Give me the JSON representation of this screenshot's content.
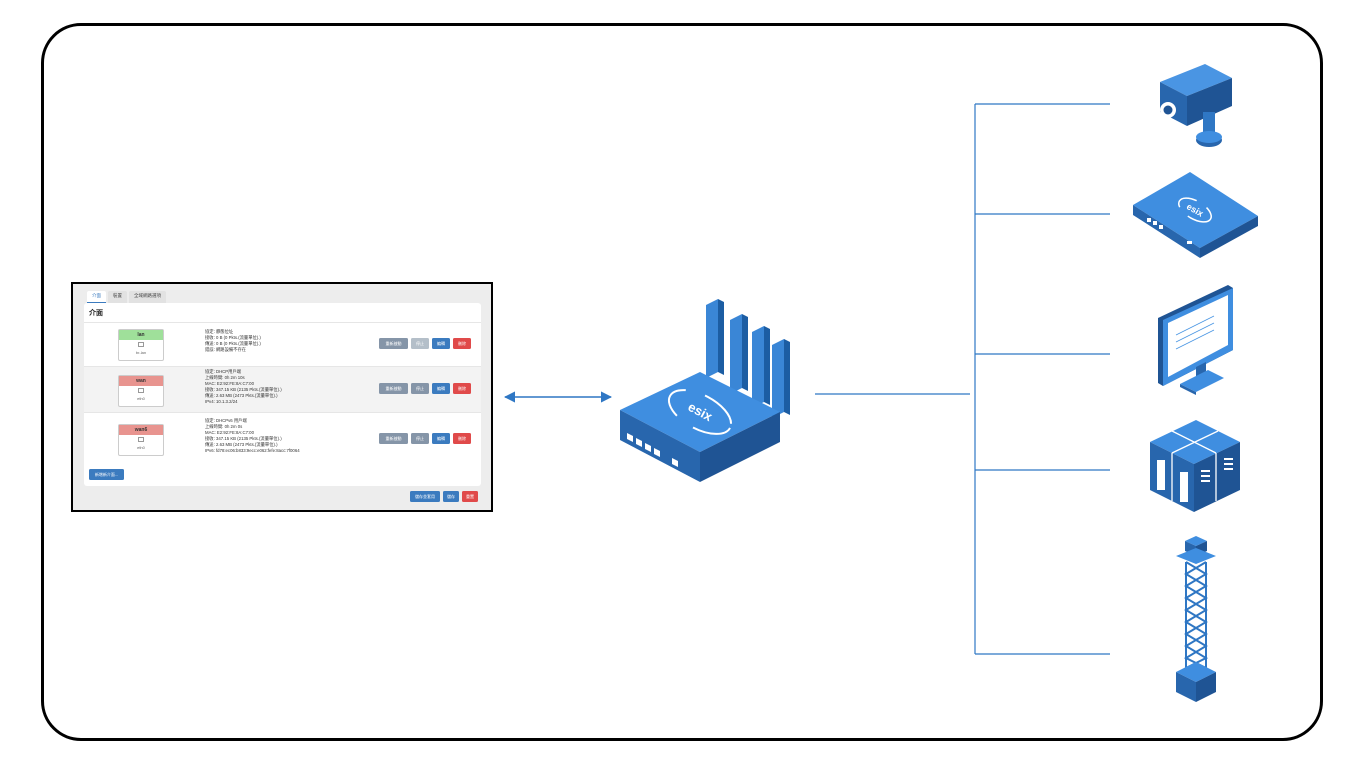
{
  "colors": {
    "accent": "#3b7bbf",
    "router": "#2f77c4",
    "frame": "#000000"
  },
  "left_panel": {
    "tabs": [
      "介面",
      "裝置",
      "全域網路選項"
    ],
    "section_title": "介面",
    "interfaces": [
      {
        "name": "lan",
        "device": "br-lan",
        "status_color": "#9fe09a",
        "lines": [
          "協定: 靜態位址",
          "接收: 0 B (0 Pkts.(流量單位).)",
          "傳送: 0 B (0 Pkts.(流量單位).)",
          "錯誤: 網路設備不存在"
        ],
        "buttons": [
          "重新啟動",
          "停止",
          "編輯",
          "刪除"
        ]
      },
      {
        "name": "wan",
        "device": "eth0",
        "status_color": "#e8948f",
        "lines": [
          "協定: DHCP用戶端",
          "上線時間: 0h 2m 10s",
          "MAC: E2:92:FE:8A:C7:00",
          "接收: 347.15 KB (2135 Pkts.(流量單位).)",
          "傳送: 2.63 MB (2473 Pkts.(流量單位).)",
          "IPv4: 10.1.3.2/24"
        ],
        "buttons": [
          "重新啟動",
          "停止",
          "編輯",
          "刪除"
        ]
      },
      {
        "name": "wan6",
        "device": "eth0",
        "status_color": "#e8948f",
        "lines": [
          "協定: DHCPv6 用戶端",
          "上線時間: 0h 2m 0s",
          "MAC: E2:92:FE:8A:C7:00",
          "接收: 347.15 KB (2135 Pkts.(流量單位).)",
          "傳送: 2.63 MB (2473 Pkts.(流量單位).)",
          "IPv6: fd78:ec06:b833:9ecc:e062:fefe:8acc:7f0064"
        ],
        "buttons": [
          "重新啟動",
          "停止",
          "編輯",
          "刪除"
        ]
      }
    ],
    "add_interface_label": "新增新介面...",
    "footer_buttons": [
      "儲存並套用",
      "儲存",
      "重置"
    ]
  },
  "router": {
    "logo_text": "esix"
  },
  "devices": [
    {
      "icon": "camera-icon"
    },
    {
      "icon": "set-top-box-icon"
    },
    {
      "icon": "monitor-icon"
    },
    {
      "icon": "server-icon"
    },
    {
      "icon": "tower-icon"
    }
  ]
}
